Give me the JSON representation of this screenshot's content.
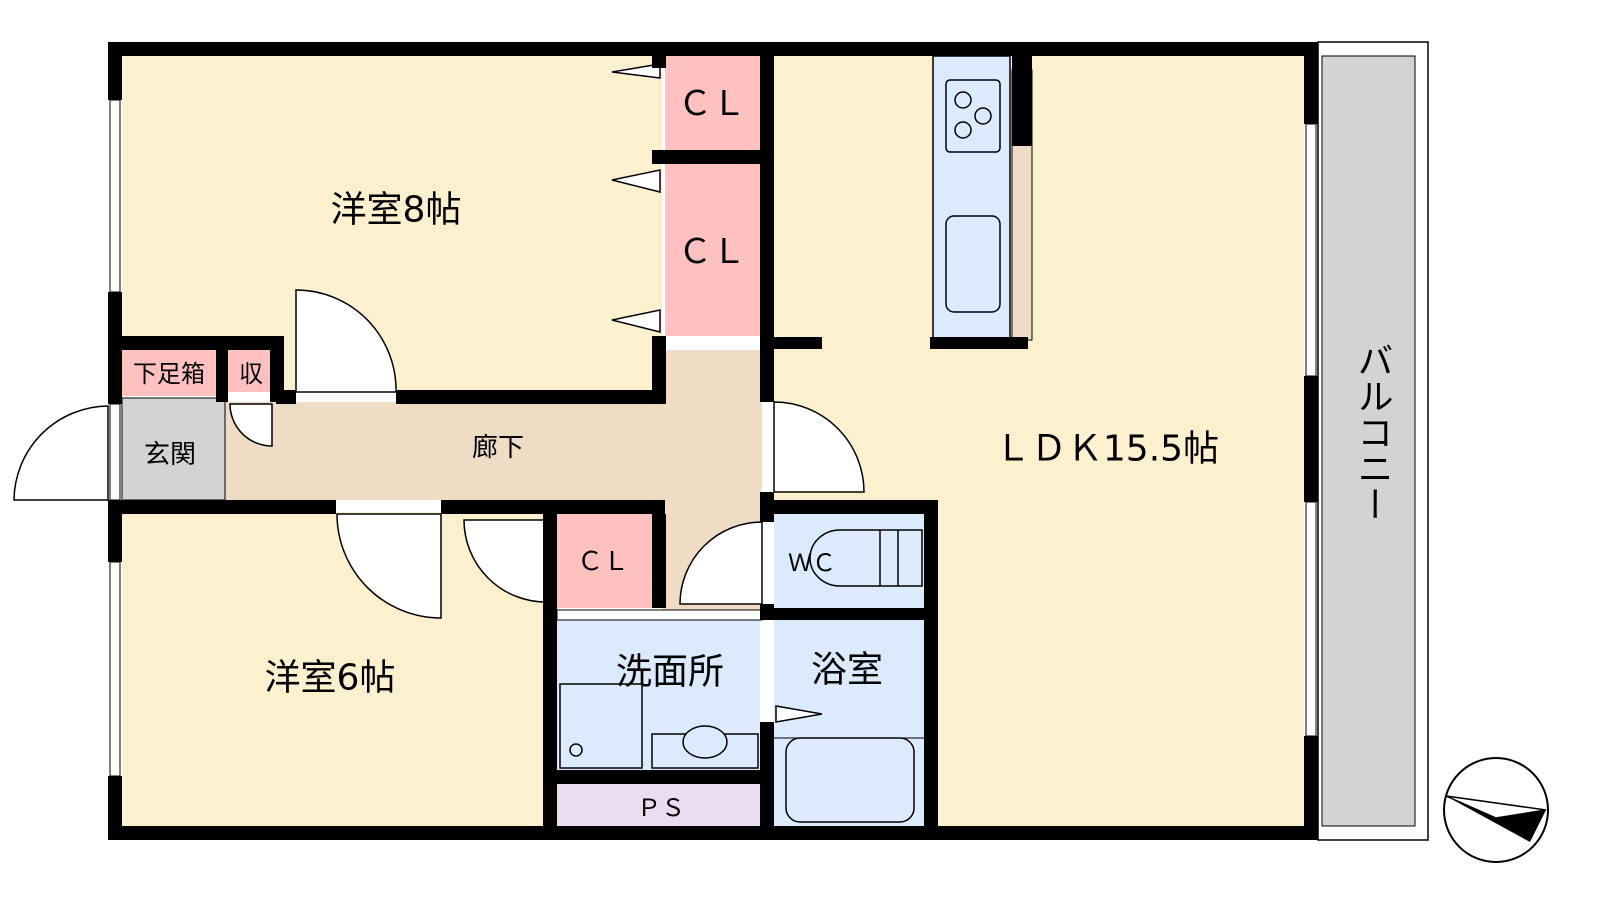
{
  "floorplan": {
    "rooms": {
      "bedroom_8": "洋室8帖",
      "closet_1": "ＣＬ",
      "closet_2": "ＣＬ",
      "shoe_box": "下足箱",
      "storage": "収",
      "entrance": "玄関",
      "hallway": "廊下",
      "ldk": "ＬＤＫ15.5帖",
      "balcony": "バルコニー",
      "bedroom_6": "洋室6帖",
      "closet_3": "ＣＬ",
      "wc": "ＷＣ",
      "washroom": "洗面所",
      "bathroom": "浴室",
      "ps": "ＰＳ"
    },
    "colors": {
      "room": "#fdf0cf",
      "closet": "#ffc0c0",
      "hallway": "#eeddc4",
      "entrance": "#d3d3d3",
      "wet": "#dbeafc",
      "ps": "#ebdcf2",
      "balcony": "#d3d3d3"
    },
    "compass_icon": "north-arrow-icon"
  }
}
